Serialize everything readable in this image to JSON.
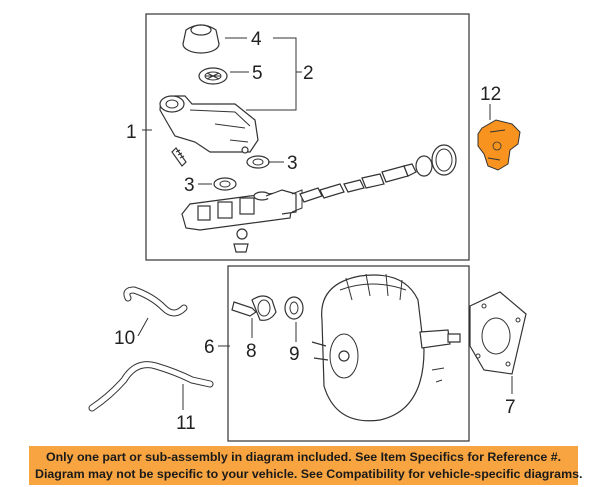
{
  "callouts": {
    "c1": "1",
    "c2": "2",
    "c3a": "3",
    "c3b": "3",
    "c4": "4",
    "c5": "5",
    "c6": "6",
    "c7": "7",
    "c8": "8",
    "c9": "9",
    "c10": "10",
    "c11": "11",
    "c12": "12"
  },
  "disclaimer": {
    "line1": "Only one part or sub-assembly in diagram included. See Item Specifics for Reference #.",
    "line2": "Diagram may not be specific to your vehicle. See Compatibility for vehicle-specific diagrams."
  },
  "colors": {
    "highlight_part": "#f7931e",
    "banner": "#f7a441",
    "line": "#333333"
  }
}
